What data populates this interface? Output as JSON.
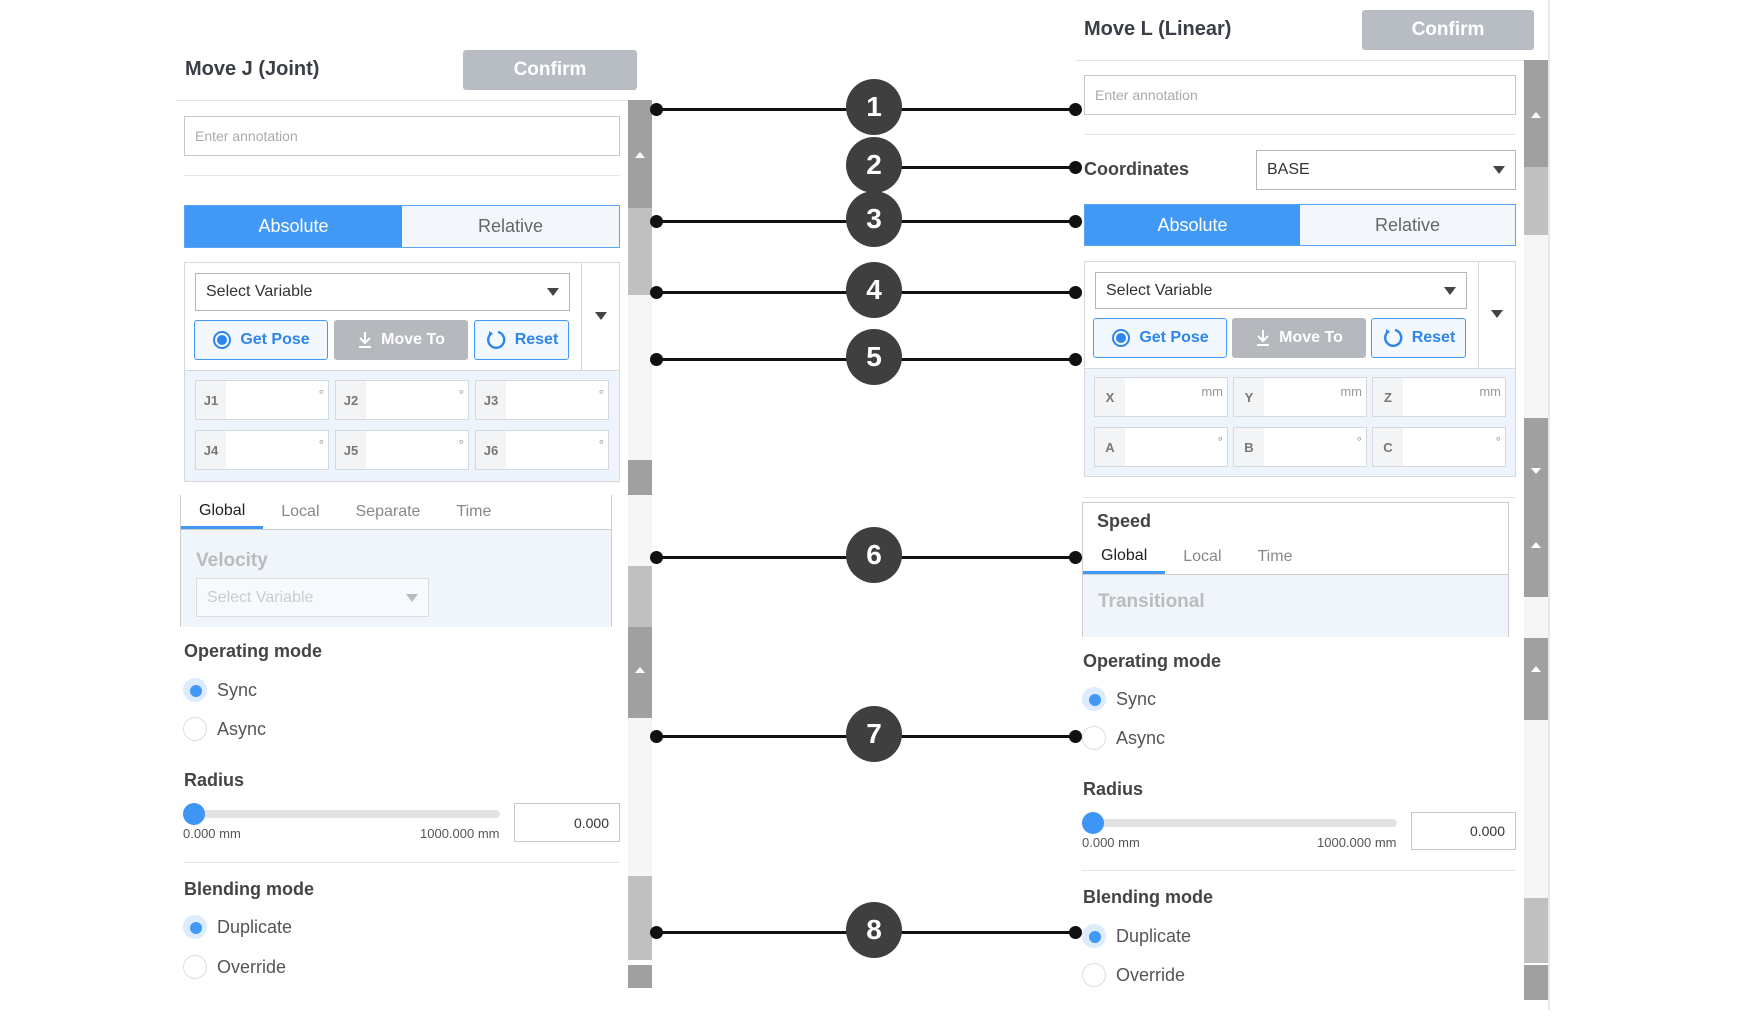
{
  "movej": {
    "title": "Move J (Joint)",
    "confirm": "Confirm",
    "annotation_placeholder": "Enter annotation",
    "absolute": "Absolute",
    "relative": "Relative",
    "select_variable": "Select Variable",
    "get_pose": "Get Pose",
    "move_to": "Move To",
    "reset": "Reset",
    "cells": [
      {
        "label": "J1",
        "unit": "°"
      },
      {
        "label": "J2",
        "unit": "°"
      },
      {
        "label": "J3",
        "unit": "°"
      },
      {
        "label": "J4",
        "unit": "°"
      },
      {
        "label": "J5",
        "unit": "°"
      },
      {
        "label": "J6",
        "unit": "°"
      }
    ],
    "tabs": [
      "Global",
      "Local",
      "Separate",
      "Time"
    ],
    "velocity": "Velocity",
    "velocity_select": "Select Variable",
    "operating_mode": "Operating mode",
    "sync": "Sync",
    "async": "Async",
    "radius": "Radius",
    "radius_min": "0.000 mm",
    "radius_max": "1000.000 mm",
    "radius_value": "0.000",
    "radius_fraction": 0,
    "blending_mode": "Blending mode",
    "duplicate": "Duplicate",
    "override": "Override"
  },
  "movel": {
    "title": "Move L (Linear)",
    "confirm": "Confirm",
    "annotation_placeholder": "Enter annotation",
    "coordinates": "Coordinates",
    "coordinates_value": "BASE",
    "absolute": "Absolute",
    "relative": "Relative",
    "select_variable": "Select Variable",
    "get_pose": "Get Pose",
    "move_to": "Move To",
    "reset": "Reset",
    "cells": [
      {
        "label": "X",
        "unit": "mm"
      },
      {
        "label": "Y",
        "unit": "mm"
      },
      {
        "label": "Z",
        "unit": "mm"
      },
      {
        "label": "A",
        "unit": "°"
      },
      {
        "label": "B",
        "unit": "°"
      },
      {
        "label": "C",
        "unit": "°"
      }
    ],
    "speed": "Speed",
    "tabs": [
      "Global",
      "Local",
      "Time"
    ],
    "transitional": "Transitional",
    "operating_mode": "Operating mode",
    "sync": "Sync",
    "async": "Async",
    "radius": "Radius",
    "radius_min": "0.000 mm",
    "radius_max": "1000.000 mm",
    "radius_value": "0.000",
    "radius_fraction": 0,
    "blending_mode": "Blending mode",
    "duplicate": "Duplicate",
    "override": "Override"
  },
  "callouts": [
    "1",
    "2",
    "3",
    "4",
    "5",
    "6",
    "7",
    "8"
  ],
  "colors": {
    "accent": "#4199f5",
    "disabled": "#b8bcc3",
    "callout": "#3f3f3f"
  }
}
